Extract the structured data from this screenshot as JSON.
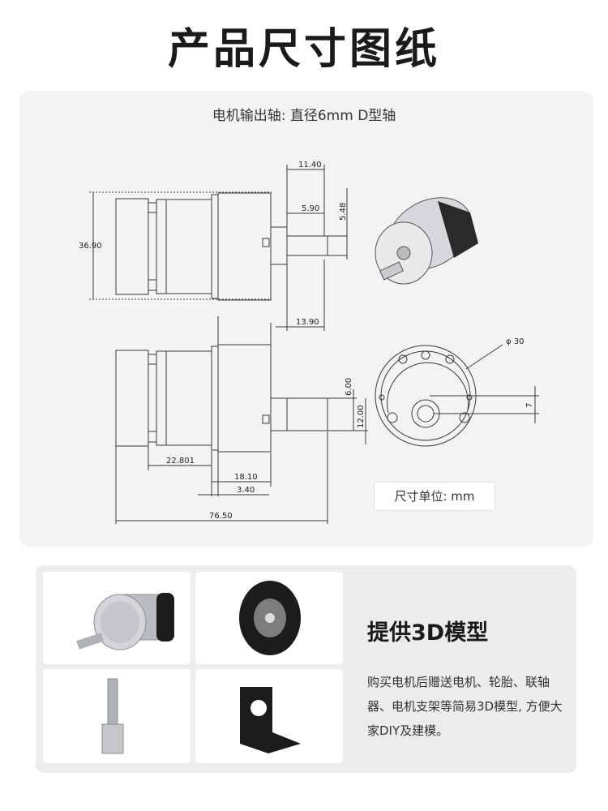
{
  "page": {
    "title": "产品尺寸图纸",
    "shaft_caption": "电机输出轴: 直径6mm D型轴",
    "unit_label": "尺寸单位: mm"
  },
  "dimensions": {
    "top_view": [
      "11.40",
      "5.90",
      "5.48",
      "36.90",
      "13.90"
    ],
    "bottom_view": [
      "6.00",
      "12.00",
      "22.801",
      "18.10",
      "3.40",
      "76.50"
    ],
    "end_view": [
      "φ 30",
      "7"
    ]
  },
  "models": {
    "heading": "提供3D模型",
    "description": "购买电机后赠送电机、轮胎、联轴器、电机支架等简易3D模型, 方便大家DIY及建模。",
    "items": [
      "gear-motor-render",
      "mecanum-wheel-render",
      "shaft-coupler-render",
      "motor-bracket-render"
    ]
  },
  "colors": {
    "line": "#3a3a3a",
    "card": "#f3f3f5",
    "motor_silver": "#b9bcc0",
    "motor_dark": "#1c1c1c"
  }
}
